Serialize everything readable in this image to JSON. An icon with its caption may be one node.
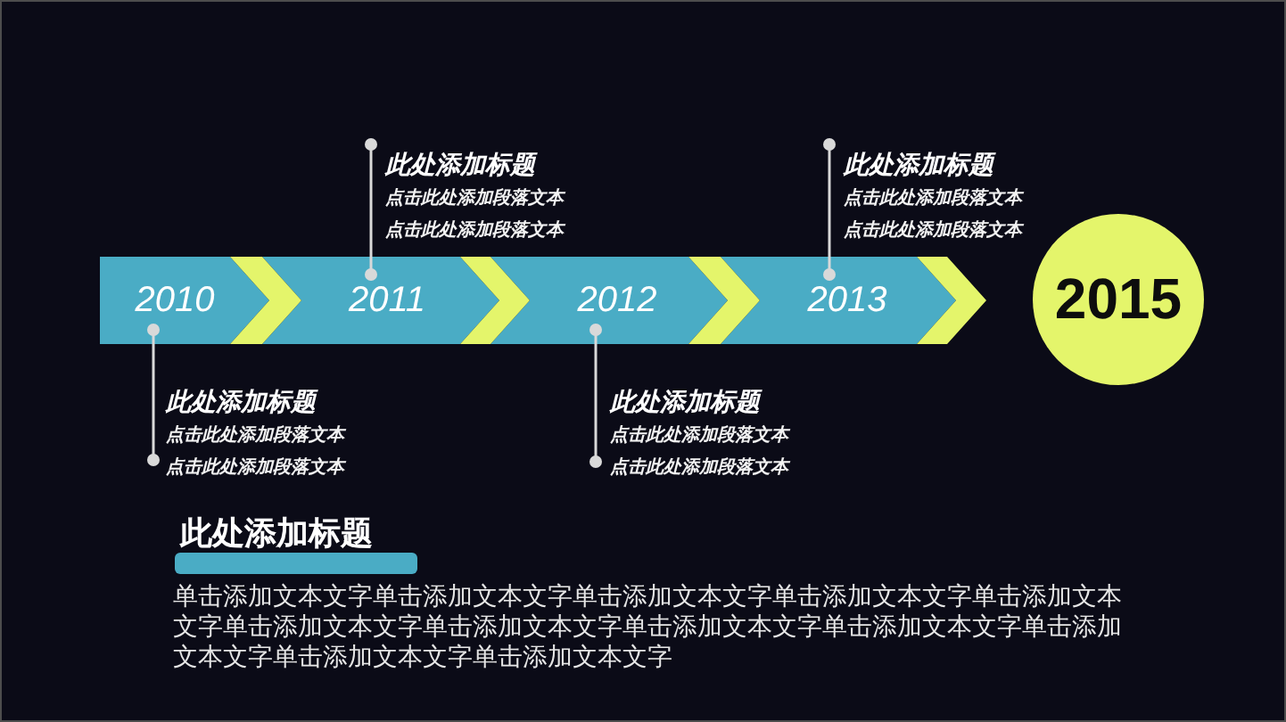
{
  "diagram": {
    "nodes": [
      {
        "text": [
          "2010"
        ]
      },
      {
        "text": [
          "2011"
        ]
      },
      {
        "text": [
          "2012"
        ]
      },
      {
        "text": [
          "2013"
        ]
      },
      {
        "text": [
          "2015"
        ]
      },
      {
        "text": [
          "此处添加标题",
          "点击此处添加段落文本",
          "点击此处添加段落文本"
        ]
      },
      {
        "text": [
          "此处添加标题",
          "点击此处添加段落文本",
          "点击此处添加段落文本"
        ]
      },
      {
        "text": [
          "此处添加标题",
          "点击此处添加段落文本",
          "点击此处添加段落文本"
        ]
      },
      {
        "text": [
          "此处添加标题",
          "点击此处添加段落文本",
          "点击此处添加段落文本"
        ]
      }
    ],
    "edges": [
      {
        "from": 0,
        "to": 1,
        "arrow": "to"
      },
      {
        "from": 1,
        "to": 2,
        "arrow": "to"
      },
      {
        "from": 2,
        "to": 3,
        "arrow": "to"
      },
      {
        "from": 3,
        "to": 4,
        "arrow": "to"
      },
      {
        "from": 5,
        "to": 0,
        "arrow": "other",
        "color": "#d9d9d9"
      },
      {
        "from": 6,
        "to": 1,
        "arrow": "other",
        "color": "#d9d9d9"
      },
      {
        "from": 7,
        "to": 2,
        "arrow": "other",
        "color": "#d9d9d9"
      },
      {
        "from": 8,
        "to": 3,
        "arrow": "other",
        "color": "#d9d9d9"
      }
    ],
    "labels": [
      "此处添加标题",
      "单击添加文本文字单击添加文本文字单击添加文本文字单击添加文本文字单击添加文本文字单击添加文本文字单击添加文本文字单击添加文本文字单击添加文本文字单击添加文本文字单击添加文本文字单击添加文本文字"
    ]
  }
}
